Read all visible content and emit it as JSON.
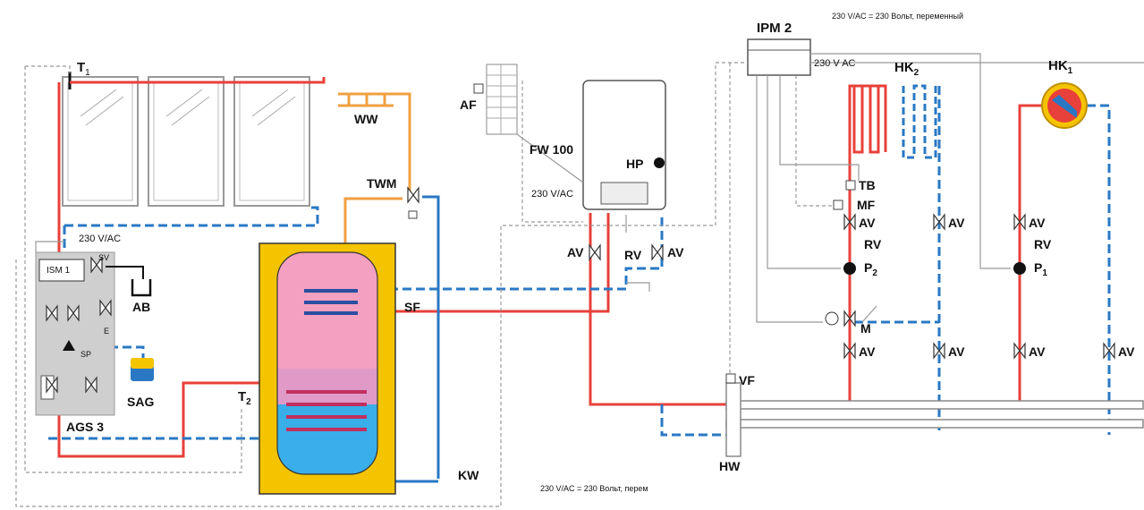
{
  "labels": {
    "t1": "T",
    "t1_sub": "1",
    "ww": "WW",
    "af": "AF",
    "fw100": "FW 100",
    "hp": "HP",
    "volt_fw": "230 V/AC",
    "ipm2": "IPM 2",
    "volt_ipm": "230 V AC",
    "note_top": "230 V/AC = 230 Вольт, переменный",
    "hk2": "HK",
    "hk2_sub": "2",
    "hk1": "HK",
    "hk1_sub": "1",
    "tb": "TB",
    "mf": "MF",
    "av": "AV",
    "rv": "RV",
    "p2": "P",
    "p2_sub": "2",
    "p1": "P",
    "p1_sub": "1",
    "m": "M",
    "twm": "TWM",
    "volt_ags": "230 V/AC",
    "ism1": "ISM 1",
    "sv": "SV",
    "e": "E",
    "ab": "AB",
    "sp": "SP",
    "sag": "SAG",
    "ags3": "AGS 3",
    "sf": "SF",
    "t2": "T",
    "t2_sub": "2",
    "kw": "KW",
    "vf": "VF",
    "hw": "HW",
    "note_bottom": "230 V/AC = 230 Вольт, перем"
  },
  "colors": {
    "hot": "#e8403a",
    "cold": "#2a78c4",
    "dhw": "#f0a040",
    "tank_outer": "#f5c400",
    "tank_hot": "#f4a0c0",
    "tank_cold": "#3aaee8",
    "cable": "#999999",
    "station": "#cfcfcf"
  }
}
